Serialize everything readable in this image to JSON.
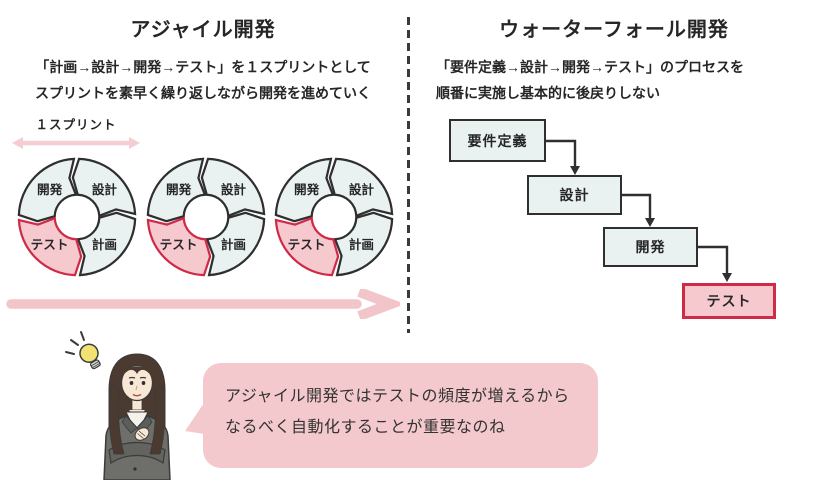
{
  "agile": {
    "title": "アジャイル開発",
    "description_line1": "「計画→設計→開発→テスト」を１スプリントとして",
    "description_line2": "スプリントを素早く繰り返しながら開発を進めていく",
    "sprint_label": "１スプリント",
    "cycle_segments": [
      {
        "label": "設計",
        "highlight": false
      },
      {
        "label": "開発",
        "highlight": false
      },
      {
        "label": "テスト",
        "highlight": true
      },
      {
        "label": "計画",
        "highlight": false
      }
    ],
    "cycle_repeat_count": 3
  },
  "waterfall": {
    "title": "ウォーターフォール開発",
    "description_line1": "「要件定義→設計→開発→テスト」のプロセスを",
    "description_line2": "順番に実施し基本的に後戻りしない",
    "steps": [
      {
        "label": "要件定義",
        "highlight": false
      },
      {
        "label": "設計",
        "highlight": false
      },
      {
        "label": "開発",
        "highlight": false
      },
      {
        "label": "テスト",
        "highlight": true
      }
    ]
  },
  "callout": {
    "line1": "アジャイル開発ではテストの頻度が増えるから",
    "line2": "なるべく自動化することが重要なのね"
  },
  "icons": {
    "lightbulb": "lightbulb-icon"
  },
  "colors": {
    "ink": "#2f2f2f",
    "text": "#262626",
    "cycle_segment_fill": "#eaf2f1",
    "highlight_fill": "#f5c9ce",
    "highlight_stroke": "#cf2b47",
    "arrow_pink": "#f2c5ca",
    "sprint_arrow_pink": "#f5ced3",
    "bubble_pink": "#f4c9cd"
  }
}
